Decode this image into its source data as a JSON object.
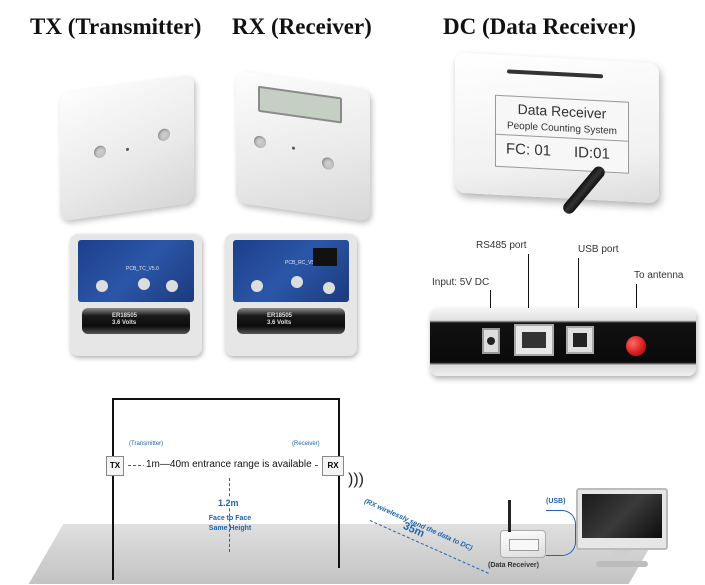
{
  "headers": {
    "tx": "TX (Transmitter)",
    "rx": "RX (Receiver)",
    "dc": "DC (Data Receiver)"
  },
  "data_receiver_device": {
    "line1": "Data Receiver",
    "line2": "People Counting System",
    "fc": "FC: 01",
    "id": "ID:01"
  },
  "ports": {
    "rs485": "RS485 port",
    "usb": "USB port",
    "input": "Input: 5V DC",
    "antenna": "To antenna"
  },
  "boards": {
    "tx_label": "PCB_TC_V5.0",
    "rx_label": "PCB_RC_V5.0",
    "battery_model": "ER18505",
    "battery_volts": "3.6 Volts"
  },
  "diagram": {
    "tx_box": "TX",
    "rx_box": "RX",
    "tx_tag": "(Transmitter)",
    "rx_tag": "(Receiver)",
    "range_text": "1m—40m entrance range is available",
    "height": "1.2m",
    "face_line1": "Face to Face",
    "face_line2": "Same Height",
    "wireless_text": "(RX wirelessly send the data to DC)",
    "distance": "35m",
    "usb_tag": "(USB)",
    "dc_caption": "(Data Receiver)"
  },
  "colors": {
    "accent_blue": "#1e64b4",
    "antenna_red": "#d81e1e"
  }
}
